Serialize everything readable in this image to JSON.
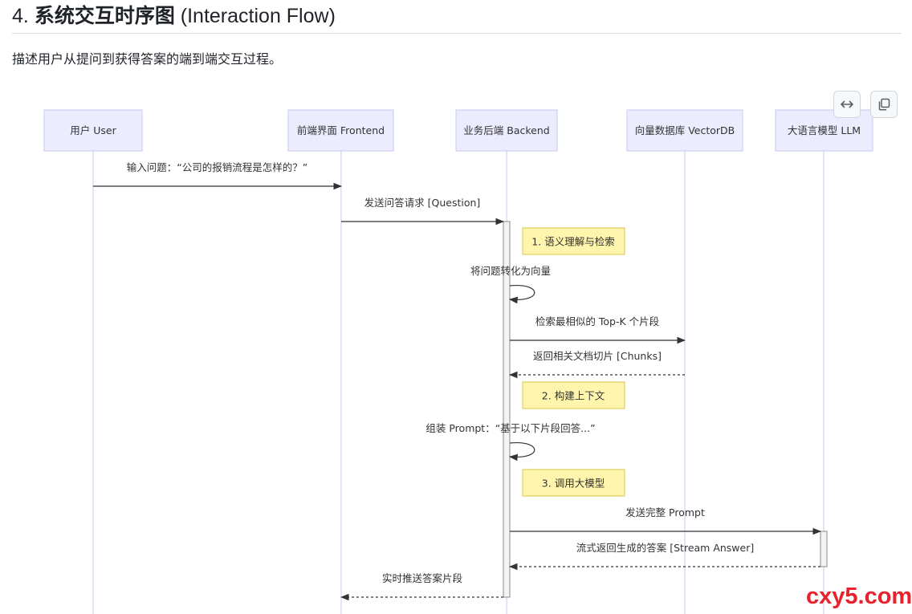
{
  "heading": {
    "number": "4.",
    "title_cn": "系统交互时序图",
    "title_en": "(Interaction Flow)"
  },
  "description": "描述用户从提问到获得答案的端到端交互过程。",
  "toolbar": {
    "expand_icon": "expand-horizontal-icon",
    "copy_icon": "copy-icon"
  },
  "diagram": {
    "participants": [
      {
        "id": "user",
        "label": "用户 User"
      },
      {
        "id": "frontend",
        "label": "前端界面 Frontend"
      },
      {
        "id": "backend",
        "label": "业务后端 Backend"
      },
      {
        "id": "vectordb",
        "label": "向量数据库 VectorDB"
      },
      {
        "id": "llm",
        "label": "大语言模型 LLM"
      }
    ],
    "steps": [
      {
        "kind": "message",
        "from": "user",
        "to": "frontend",
        "label": "输入问题：“公司的报销流程是怎样的？”",
        "style": "solid"
      },
      {
        "kind": "message",
        "from": "frontend",
        "to": "backend",
        "label": "发送问答请求 [Question]",
        "style": "solid"
      },
      {
        "kind": "note",
        "over": "backend",
        "label": "1. 语义理解与检索"
      },
      {
        "kind": "self",
        "on": "backend",
        "label": "将问题转化为向量"
      },
      {
        "kind": "message",
        "from": "backend",
        "to": "vectordb",
        "label": "检索最相似的 Top-K 个片段",
        "style": "solid"
      },
      {
        "kind": "message",
        "from": "vectordb",
        "to": "backend",
        "label": "返回相关文档切片 [Chunks]",
        "style": "dashed"
      },
      {
        "kind": "note",
        "over": "backend",
        "label": "2. 构建上下文"
      },
      {
        "kind": "self",
        "on": "backend",
        "label": "组装 Prompt：“基于以下片段回答...”"
      },
      {
        "kind": "note",
        "over": "backend",
        "label": "3. 调用大模型"
      },
      {
        "kind": "message",
        "from": "backend",
        "to": "llm",
        "label": "发送完整 Prompt",
        "style": "solid"
      },
      {
        "kind": "message",
        "from": "llm",
        "to": "backend",
        "label": "流式返回生成的答案 [Stream Answer]",
        "style": "dashed"
      },
      {
        "kind": "message",
        "from": "backend",
        "to": "frontend",
        "label": "实时推送答案片段",
        "style": "dashed"
      }
    ]
  },
  "watermark": "cxy5.com",
  "colors": {
    "participant_fill": "#ececff",
    "participant_border": "#c8c8f0",
    "note_fill": "#fff5ad",
    "note_border": "#d8c64a",
    "activation_fill": "#f4f4f4",
    "line": "#333333",
    "lifeline": "#c9c9ee",
    "watermark": "#e8212d"
  }
}
